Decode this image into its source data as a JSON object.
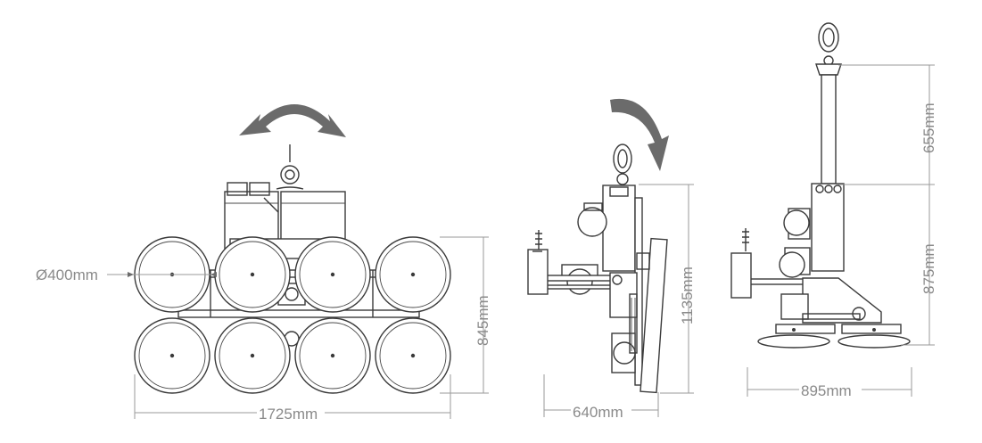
{
  "dimensions": {
    "front_pad_diameter": "Ø400mm",
    "front_height": "845mm",
    "front_width": "1725mm",
    "side_height": "1135mm",
    "side_width": "640mm",
    "tilted_upper_height": "655mm",
    "tilted_lower_height": "875mm",
    "tilted_width": "895mm"
  },
  "colors": {
    "line": "#3a3a3a",
    "dimension": "#9a9a9a",
    "arrow": "#6b6b6b",
    "background": "#ffffff"
  },
  "icons": [
    "rotate-double-arrow-icon",
    "tilt-arrow-icon"
  ]
}
